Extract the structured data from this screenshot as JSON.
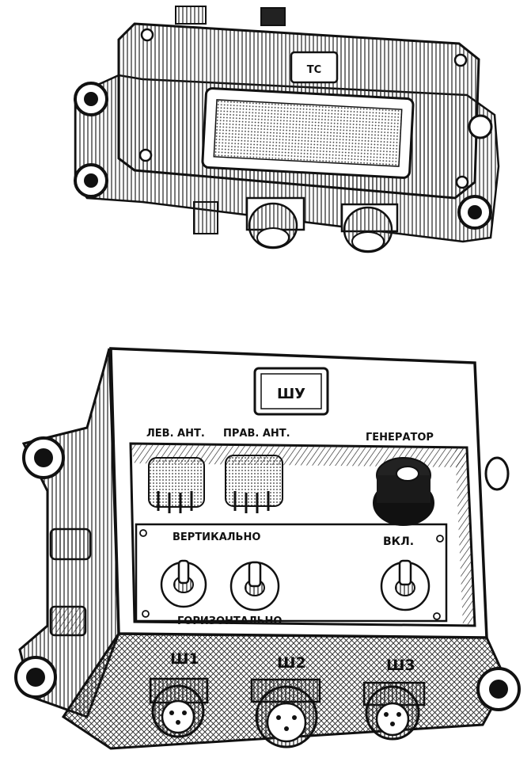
{
  "top_unit": {
    "plate_label": "ТС"
  },
  "bottom_unit": {
    "plate_label": "ШУ",
    "label_left_antenna": "ЛЕВ. АНТ.",
    "label_right_antenna": "ПРАВ. АНТ.",
    "label_generator": "ГЕНЕРАТОР",
    "label_vertical": "ВЕРТИКАЛЬНО",
    "label_on": "ВКЛ.",
    "label_horizontal": "ГОРИЗОНТАЛЬНО",
    "connectors": [
      "Ш1",
      "Ш2",
      "Ш3"
    ]
  }
}
